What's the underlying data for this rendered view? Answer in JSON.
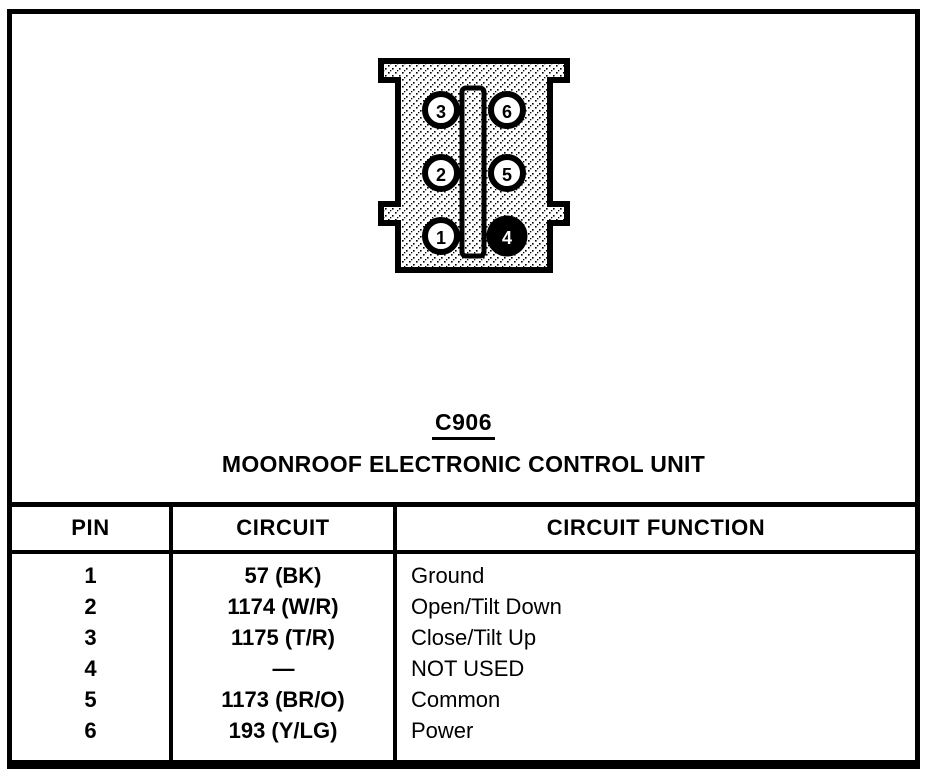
{
  "connector": {
    "id": "C906",
    "name": "MOONROOF ELECTRONIC CONTROL UNIT",
    "pins": [
      {
        "number": "1",
        "filled": false
      },
      {
        "number": "2",
        "filled": false
      },
      {
        "number": "3",
        "filled": false
      },
      {
        "number": "4",
        "filled": true
      },
      {
        "number": "5",
        "filled": false
      },
      {
        "number": "6",
        "filled": false
      }
    ]
  },
  "table": {
    "headers": {
      "pin": "PIN",
      "circuit": "CIRCUIT",
      "function": "CIRCUIT FUNCTION"
    },
    "rows": [
      {
        "pin": "1",
        "circuit": "57 (BK)",
        "function": "Ground"
      },
      {
        "pin": "2",
        "circuit": "1174 (W/R)",
        "function": "Open/Tilt Down"
      },
      {
        "pin": "3",
        "circuit": "1175 (T/R)",
        "function": "Close/Tilt Up"
      },
      {
        "pin": "4",
        "circuit": "—",
        "function": "NOT USED"
      },
      {
        "pin": "5",
        "circuit": "1173 (BR/O)",
        "function": "Common"
      },
      {
        "pin": "6",
        "circuit": "193 (Y/LG)",
        "function": "Power"
      }
    ]
  },
  "colors": {
    "ink": "#000000",
    "paper": "#ffffff"
  }
}
